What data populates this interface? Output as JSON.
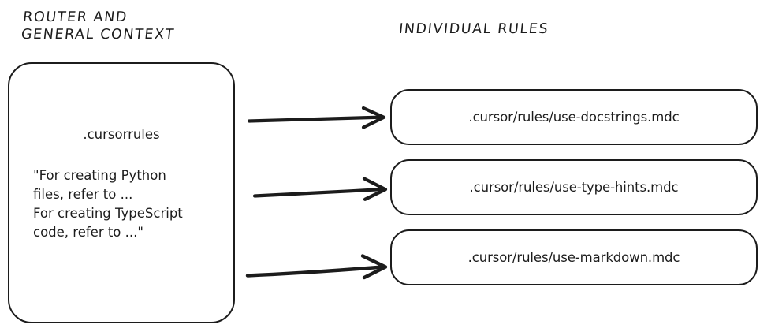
{
  "diagram": {
    "headings": {
      "left": "ROUTER AND\nGENERAL CONTEXT",
      "right": "INDIVIDUAL RULES"
    },
    "router_box": {
      "title": ".cursorrules",
      "body": "\"For creating Python\nfiles, refer to ...\nFor creating TypeScript\ncode, refer to ...\""
    },
    "rule_boxes": [
      {
        "label": ".cursor/rules/use-docstrings.mdc"
      },
      {
        "label": ".cursor/rules/use-type-hints.mdc"
      },
      {
        "label": ".cursor/rules/use-markdown.mdc"
      }
    ],
    "arrows": [
      {
        "name": "arrow-to-docstrings"
      },
      {
        "name": "arrow-to-type-hints"
      },
      {
        "name": "arrow-to-markdown"
      }
    ],
    "colors": {
      "ink": "#1c1c1c",
      "background": "#ffffff"
    }
  }
}
